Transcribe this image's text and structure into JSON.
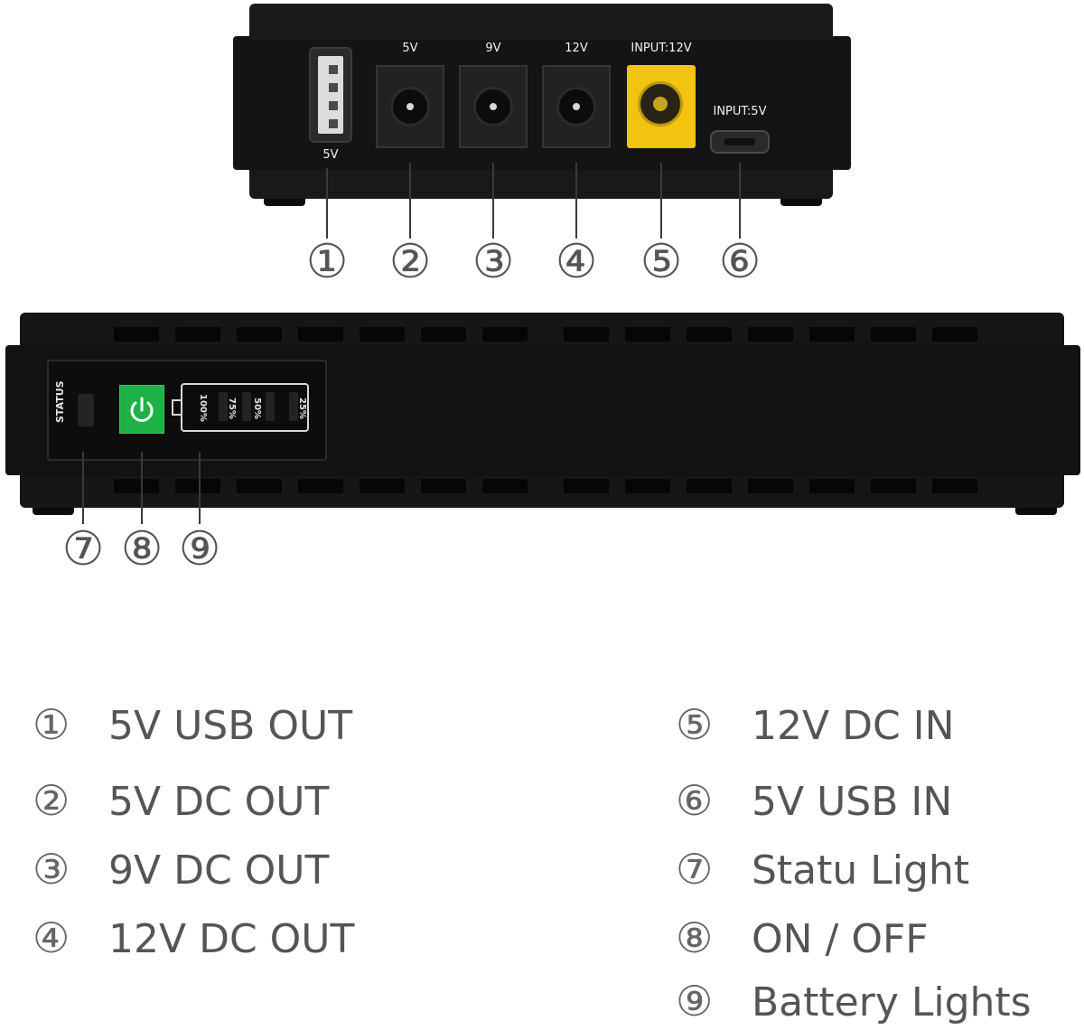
{
  "top_device": {
    "ports": [
      {
        "id": 1,
        "label": "5V"
      },
      {
        "id": 2,
        "label": "5V"
      },
      {
        "id": 3,
        "label": "9V"
      },
      {
        "id": 4,
        "label": "12V"
      },
      {
        "id": 5,
        "label": "INPUT:12V"
      },
      {
        "id": 6,
        "label": "INPUT:5V"
      }
    ]
  },
  "bottom_device": {
    "status_label": "STATUS",
    "battery_levels": [
      "100%",
      "75%",
      "50%",
      "25%"
    ],
    "colors": {
      "power_button": "#1db146",
      "xt_port": "#f2c30f",
      "body": "#161618"
    }
  },
  "callouts": [
    "①",
    "②",
    "③",
    "④",
    "⑤",
    "⑥",
    "⑦",
    "⑧",
    "⑨"
  ],
  "legend": {
    "left": [
      {
        "num": "①",
        "text": "5V USB OUT"
      },
      {
        "num": "②",
        "text": "5V DC OUT"
      },
      {
        "num": "③",
        "text": "9V DC OUT"
      },
      {
        "num": "④",
        "text": "12V DC OUT"
      }
    ],
    "right": [
      {
        "num": "⑤",
        "text": "12V DC IN"
      },
      {
        "num": "⑥",
        "text": "5V USB IN"
      },
      {
        "num": "⑦",
        "text": "Statu Light"
      },
      {
        "num": "⑧",
        "text": "ON / OFF"
      },
      {
        "num": "⑨",
        "text": "Battery Lights"
      }
    ]
  }
}
